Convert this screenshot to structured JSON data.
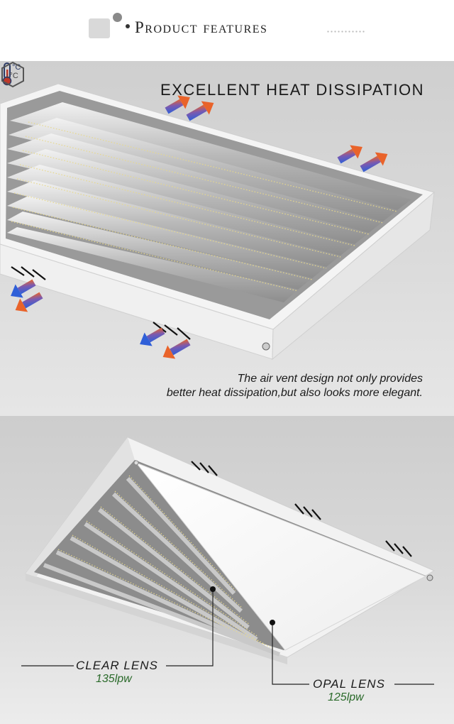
{
  "header": {
    "title": "Product features"
  },
  "heat_section": {
    "title": "EXCELLENT HEAT DISSIPATION",
    "caption_line1": "The air vent design not only provides",
    "caption_line2": "better heat dissipation,but also looks more elegant.",
    "thermo_icon_unit": "°C",
    "hex_icon_text": "↓°C"
  },
  "lens_section": {
    "clear_label": "CLEAR LENS",
    "clear_value": "135lpw",
    "opal_label": "OPAL LENS",
    "opal_value": "125lpw"
  },
  "colors": {
    "value_green": "#2a6a2a",
    "arrow_blue": "#2f5fd8",
    "arrow_orange": "#e9632a"
  }
}
